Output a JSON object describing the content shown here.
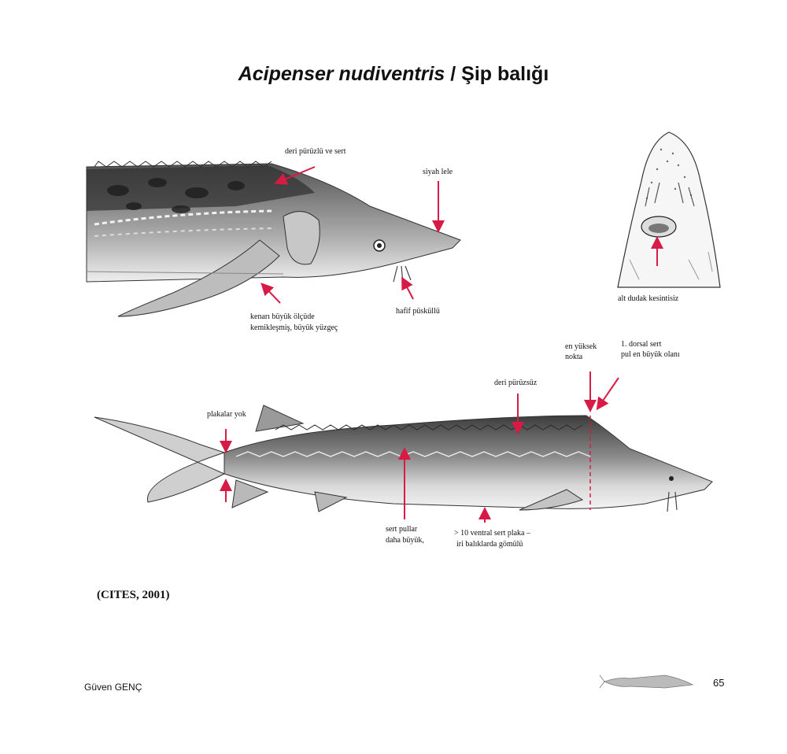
{
  "page": {
    "title_italic": "Acipenser nudiventris",
    "title_plain": "/ Şip balığı",
    "citation": "(CITES, 2001)",
    "author": "Güven GENÇ",
    "page_number": "65"
  },
  "labels": {
    "deri_puruzlu": "deri pürüzlü ve sert",
    "siyah_lele": "siyah lele",
    "hafif_puskullu": "hafif püsküllü",
    "kenari_line1": "kenarı büyük ölçüde",
    "kenari_line2": "kemikleşmiş, büyük yüzgeç",
    "alt_dudak": "alt dudak kesintisiz",
    "en_yuksek_line1": "en yüksek",
    "en_yuksek_line2": "nokta",
    "dorsal_line1": "1. dorsal sert",
    "dorsal_line2": "pul en büyük olanı",
    "deri_puruzsuz": "deri pürüzsüz",
    "plakalar_yok": "plakalar yok",
    "sert_pullar_line1": "sert pullar",
    "sert_pullar_line2": "daha büyük,",
    "ventral_line1": "> 10 ventral sert plaka –",
    "ventral_line2": "iri balıklarda gömülü"
  },
  "colors": {
    "arrow": "#d81b46",
    "fish_dark": "#4a4a4a",
    "fish_mid": "#8a8a8a",
    "fish_light": "#e2e2e2"
  }
}
